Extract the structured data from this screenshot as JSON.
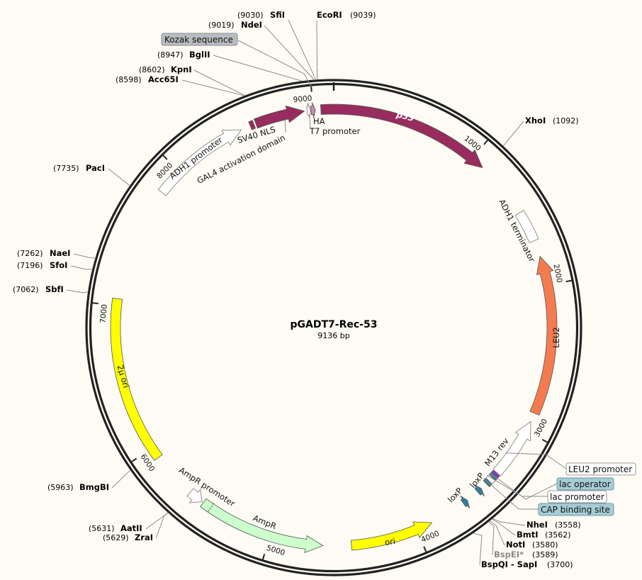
{
  "plasmid": {
    "name": "pGADT7-Rec-53",
    "length_label": "9136 bp",
    "length": 9136
  },
  "colors": {
    "background": "#fdfbf3",
    "maroon": "#982c5f",
    "leu2": "#f47b50",
    "yellow": "#ffff00",
    "ampr": "#ccffcc",
    "teal": "#2d7f9a",
    "purple": "#8a2be2",
    "ha": "#c98bb0",
    "teal_box": "#a7ccd6",
    "gray_box": "#b8bcc0"
  },
  "ticks": [
    {
      "pos": 1000,
      "label": "1000"
    },
    {
      "pos": 2000,
      "label": "2000"
    },
    {
      "pos": 3000,
      "label": "3000"
    },
    {
      "pos": 4000,
      "label": "4000"
    },
    {
      "pos": 5000,
      "label": "5000"
    },
    {
      "pos": 6000,
      "label": "6000"
    },
    {
      "pos": 7000,
      "label": "7000"
    },
    {
      "pos": 8000,
      "label": "8000"
    },
    {
      "pos": 9000,
      "label": "9000"
    }
  ],
  "enzymes": [
    {
      "name": "SfiI",
      "pos": 9030,
      "pos_label": "(9030)"
    },
    {
      "name": "EcoRI",
      "pos": 9039,
      "pos_label": "(9039)"
    },
    {
      "name": "NdeI",
      "pos": 9019,
      "pos_label": "(9019)"
    },
    {
      "name": "BglII",
      "pos": 8947,
      "pos_label": "(8947)"
    },
    {
      "name": "KpnI",
      "pos": 8602,
      "pos_label": "(8602)"
    },
    {
      "name": "Acc65I",
      "pos": 8598,
      "pos_label": "(8598)"
    },
    {
      "name": "XhoI",
      "pos": 1092,
      "pos_label": "(1092)"
    },
    {
      "name": "PacI",
      "pos": 7735,
      "pos_label": "(7735)"
    },
    {
      "name": "NaeI",
      "pos": 7262,
      "pos_label": "(7262)"
    },
    {
      "name": "SfoI",
      "pos": 7196,
      "pos_label": "(7196)"
    },
    {
      "name": "SbfI",
      "pos": 7062,
      "pos_label": "(7062)"
    },
    {
      "name": "BmgBI",
      "pos": 5963,
      "pos_label": "(5963)"
    },
    {
      "name": "AatII",
      "pos": 5631,
      "pos_label": "(5631)"
    },
    {
      "name": "ZraI",
      "pos": 5629,
      "pos_label": "(5629)"
    },
    {
      "name": "NheI",
      "pos": 3558,
      "pos_label": "(3558)"
    },
    {
      "name": "BmtI",
      "pos": 3562,
      "pos_label": "(3562)"
    },
    {
      "name": "NotI",
      "pos": 3580,
      "pos_label": "(3580)"
    },
    {
      "name": "BspEI*",
      "pos": 3589,
      "pos_label": "(3589)"
    },
    {
      "name": "BspQI - SapI",
      "pos": 3700,
      "pos_label": "(3700)"
    }
  ],
  "features": [
    {
      "name": "p53",
      "start": 9050,
      "end": 1090,
      "dir": "cw",
      "color": "#982c5f"
    },
    {
      "name": "GAL4 activation domain",
      "start": 8605,
      "end": 8940,
      "dir": "cw",
      "color": "#982c5f"
    },
    {
      "name": "SV40 NLS",
      "start": 8565,
      "end": 8592,
      "dir": "none",
      "color": "#982c5f"
    },
    {
      "name": "T7 promoter",
      "start": 8958,
      "end": 8982,
      "dir": "cw",
      "color": "#ffffff"
    },
    {
      "name": "HA",
      "start": 8984,
      "end": 9014,
      "dir": "cw",
      "color": "#c98bb0"
    },
    {
      "name": "ADH1 promoter",
      "start": 7820,
      "end": 8500,
      "dir": "cw",
      "color": "#ffffff"
    },
    {
      "name": "ADH1 terminator",
      "start": 1480,
      "end": 1690,
      "dir": "none",
      "color": "#ffffff"
    },
    {
      "name": "LEU2",
      "start": 1800,
      "end": 2870,
      "dir": "ccw",
      "color": "#f47b50"
    },
    {
      "name": "LEU2 promoter",
      "start": 2930,
      "end": 3340,
      "dir": "ccw",
      "color": "#ffffff"
    },
    {
      "name": "M13 rev",
      "start": 3345,
      "end": 3362,
      "dir": "none",
      "color": "#8a2be2"
    },
    {
      "name": "lac operator",
      "start": 3366,
      "end": 3384,
      "dir": "none",
      "color": "#2d7f9a"
    },
    {
      "name": "lac promoter",
      "start": 3386,
      "end": 3416,
      "dir": "none",
      "color": "#ffffff"
    },
    {
      "name": "CAP binding site",
      "start": 3420,
      "end": 3442,
      "dir": "none",
      "color": "#2d7f9a"
    },
    {
      "name": "loxP",
      "start": 3488,
      "end": 3522,
      "dir": "ccw",
      "color": "#2d7f9a"
    },
    {
      "name": "loxP",
      "start": 3610,
      "end": 3644,
      "dir": "ccw",
      "color": "#2d7f9a"
    },
    {
      "name": "ori",
      "start": 3890,
      "end": 4450,
      "dir": "ccw",
      "color": "#ffff00"
    },
    {
      "name": "AmpR",
      "start": 4640,
      "end": 5500,
      "dir": "ccw",
      "color": "#ccffcc"
    },
    {
      "name": "AmpR promoter",
      "start": 5510,
      "end": 5610,
      "dir": "ccw",
      "color": "#ffffff"
    },
    {
      "name": "2μ ori",
      "start": 5925,
      "end": 7045,
      "dir": "none",
      "color": "#ffff00"
    }
  ],
  "callouts": {
    "kozak": "Kozak sequence",
    "leu2_promoter": "LEU2 promoter",
    "lac_operator": "lac operator",
    "lac_promoter": "lac promoter",
    "cap": "CAP binding site"
  }
}
